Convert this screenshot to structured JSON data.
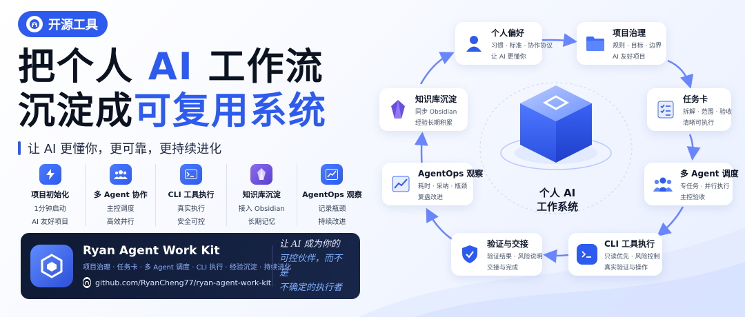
{
  "badge": {
    "label": "开源工具"
  },
  "headline": {
    "line1_part1": "把个人 ",
    "line1_accent": "AI",
    "line1_part2": " 工作流",
    "line2_part1": "沉淀成",
    "line2_accent": "可复用系统"
  },
  "subtitle": "让 AI 更懂你，更可靠，更持续进化",
  "features": [
    {
      "icon": "lightning-icon",
      "title": "项目初始化",
      "line1": "1分钟启动",
      "line2": "AI 友好项目"
    },
    {
      "icon": "people-icon",
      "title": "多 Agent 协作",
      "line1": "主控调度",
      "line2": "高效并行"
    },
    {
      "icon": "terminal-icon",
      "title": "CLI 工具执行",
      "line1": "真实执行",
      "line2": "安全可控"
    },
    {
      "icon": "crystal-icon",
      "title": "知识库沉淀",
      "line1": "接入 Obsidian",
      "line2": "长期记忆"
    },
    {
      "icon": "chart-icon",
      "title": "AgentOps 观察",
      "line1": "记录瓶颈",
      "line2": "持续改进"
    }
  ],
  "product": {
    "name": "Ryan Agent Work Kit",
    "tags": "项目治理 · 任务卡 · 多 Agent 调度 · CLI 执行 · 经验沉淀 · 持续进化",
    "repo": "github.com/RyanCheng77/ryan-agent-work-kit",
    "slogan_line1": "让 AI 成为你的",
    "slogan_line2": "可控伙伴，而不是",
    "slogan_line3": "不确定的执行者"
  },
  "diagram": {
    "center": {
      "line1": "个人 AI",
      "line2": "工作系统"
    },
    "nodes": [
      {
        "id": "preference",
        "icon": "user-icon",
        "title": "个人偏好",
        "line1": "习惯 · 标准 · 协作协议",
        "line2": "让 AI 更懂你"
      },
      {
        "id": "governance",
        "icon": "folder-icon",
        "title": "项目治理",
        "line1": "规则 · 目标 · 边界",
        "line2": "AI 友好项目"
      },
      {
        "id": "taskcard",
        "icon": "checklist-icon",
        "title": "任务卡",
        "line1": "拆解 · 范围 · 验收",
        "line2": "清晰可执行"
      },
      {
        "id": "multiagent",
        "icon": "team-icon",
        "title": "多 Agent 调度",
        "line1": "专任务 · 并行执行",
        "line2": "主控验收"
      },
      {
        "id": "cli",
        "icon": "terminal-icon",
        "title": "CLI 工具执行",
        "line1": "只读优先 · 风险控制",
        "line2": "真实验证与操作"
      },
      {
        "id": "verify",
        "icon": "shield-check-icon",
        "title": "验证与交接",
        "line1": "验证结果 · 风险说明",
        "line2": "交接与完成"
      },
      {
        "id": "agentops",
        "icon": "chart-icon",
        "title": "AgentOps 观察",
        "line1": "耗时 · 采纳 · 瓶颈",
        "line2": "复盘改进"
      },
      {
        "id": "knowledge",
        "icon": "crystal-icon",
        "title": "知识库沉淀",
        "line1": "同步 Obsidian",
        "line2": "经验长期积累"
      }
    ]
  },
  "colors": {
    "accent": "#2d5bf0",
    "dark_card": "#0f1a33",
    "purple": "#6b4fe0",
    "cube": "#3d6bff"
  }
}
